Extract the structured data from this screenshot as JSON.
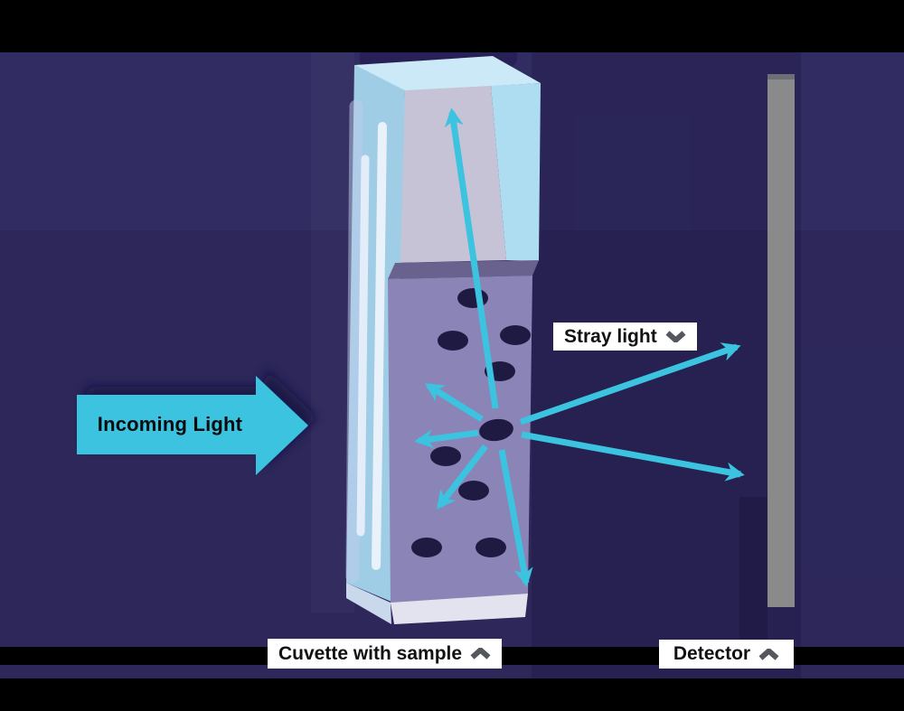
{
  "labels": {
    "incoming_light": "Incoming Light",
    "stray_light": "Stray light",
    "cuvette": "Cuvette with sample",
    "detector": "Detector"
  },
  "label_buttons": [
    {
      "text": "Stray light",
      "icon": "chevron-down"
    },
    {
      "text": "Cuvette with sample",
      "icon": "chevron-up"
    },
    {
      "text": "Detector",
      "icon": "chevron-up"
    }
  ],
  "colors": {
    "background": "#312c61",
    "letterbox": "#000000",
    "cyan": "#3bc3e0",
    "liquid": "#8b84b6",
    "liquid_top": "#6a628e",
    "glass_top": "#cbe9f6",
    "glass_left": "#9fcde6",
    "glass_right": "#aedcf0",
    "inner_wall": "#c7c3d7",
    "stripe": "#edf2fb",
    "base_front": "#e2e3ee",
    "base_left": "#c9d8ea",
    "particle": "#1f1a42",
    "detector": "#8a8a8a",
    "rim": "#282157",
    "label_bg": "#ffffff",
    "label_text": "#111111",
    "chevron": "#54575d"
  }
}
